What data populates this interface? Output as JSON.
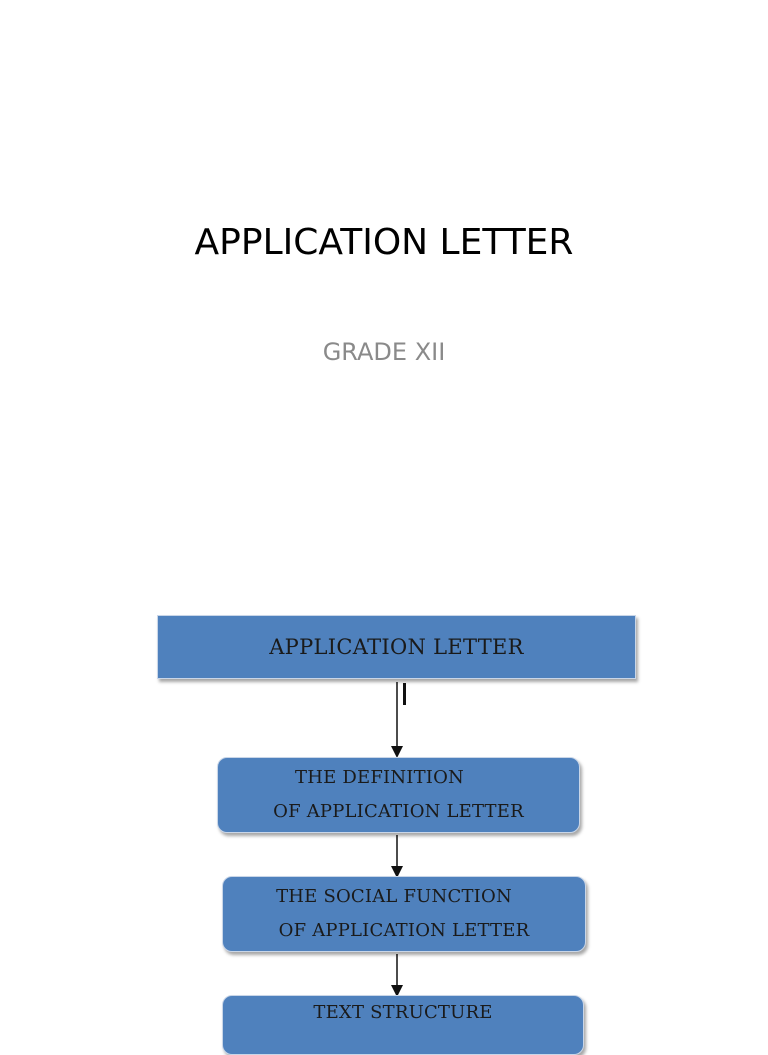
{
  "slide": {
    "title": "APPLICATION LETTER",
    "subtitle": "GRADE XII"
  },
  "flowchart": {
    "top_box": "APPLICATION LETTER",
    "steps": [
      {
        "line1": "THE DEFINITION",
        "line2": "OF APPLICATION LETTER"
      },
      {
        "line1": "THE SOCIAL FUNCTION",
        "line2": "OF APPLICATION LETTER"
      },
      {
        "line1": "TEXT STRUCTURE",
        "line2": ""
      }
    ]
  },
  "colors": {
    "box_fill": "#4f81bd",
    "title_text": "#000000",
    "subtitle_text": "#8a8a8a"
  }
}
